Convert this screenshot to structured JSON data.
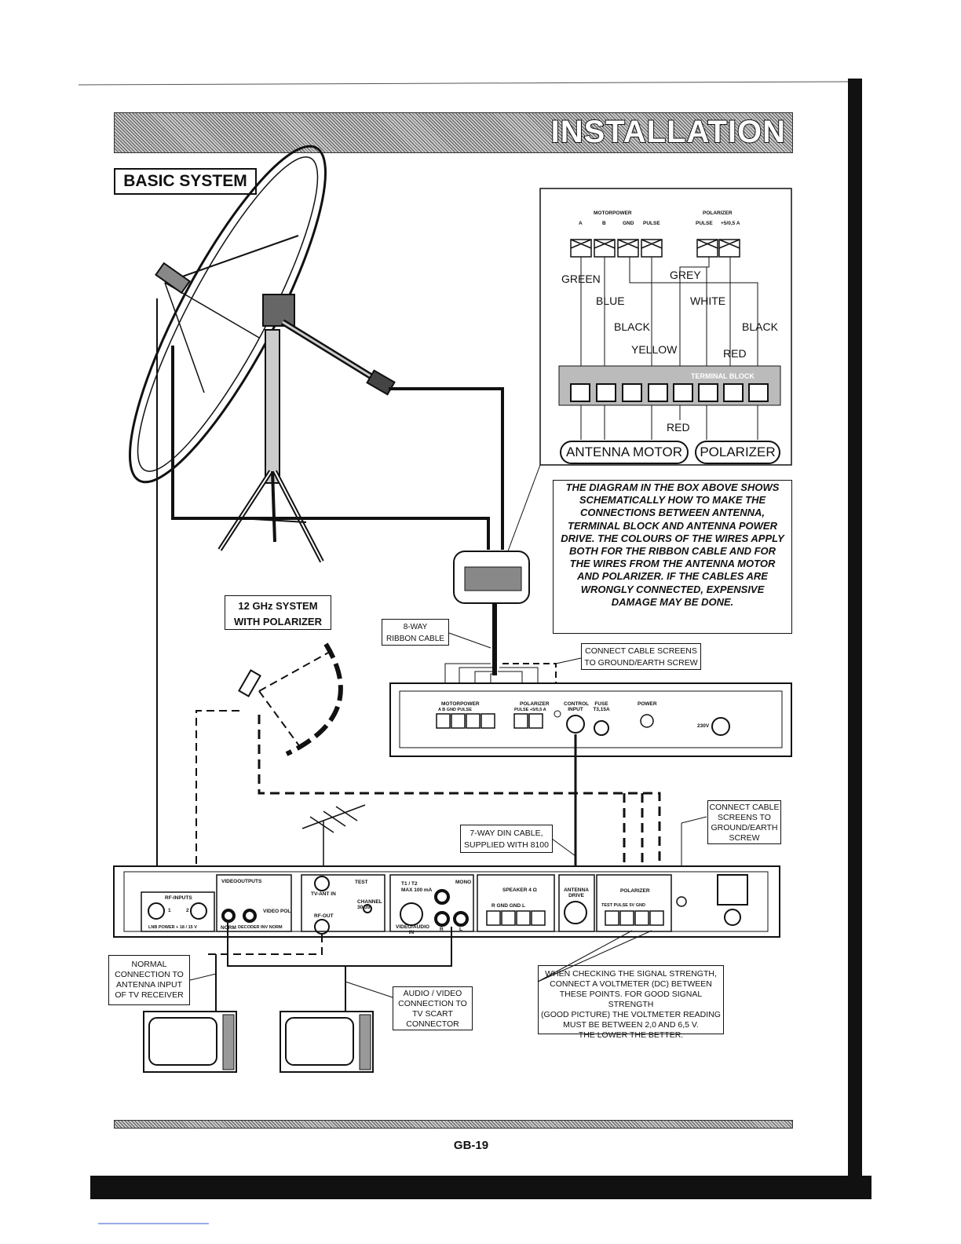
{
  "header": {
    "title": "INSTALLATION"
  },
  "basic_system": "BASIC SYSTEM",
  "ghz_system": {
    "line1": "12 GHz SYSTEM",
    "line2": "WITH POLARIZER"
  },
  "terminal_box": {
    "motorpower_label": "MOTORPOWER",
    "polarizer_label": "POLARIZER",
    "motor_pins": [
      "A",
      "B",
      "GND",
      "PULSE"
    ],
    "polarizer_pins": [
      "PULSE",
      "+5/0,5 A"
    ],
    "wires": {
      "green": "GREEN",
      "grey": "GREY",
      "blue": "BLUE",
      "white": "WHITE",
      "black1": "BLACK",
      "black2": "BLACK",
      "yellow": "YELLOW",
      "red1": "RED",
      "red2": "RED"
    },
    "terminal_block_label": "TERMINAL BLOCK",
    "antenna_motor": "ANTENNA MOTOR",
    "polarizer": "POLARIZER"
  },
  "note": "THE DIAGRAM IN THE BOX ABOVE SHOWS SCHEMATICALLY HOW TO MAKE THE CONNECTIONS BETWEEN ANTENNA, TERMINAL BLOCK AND ANTENNA POWER DRIVE. THE COLOURS OF THE WIRES APPLY BOTH FOR THE RIBBON CABLE AND FOR THE WIRES FROM THE ANTENNA MOTOR AND POLARIZER. IF THE CABLES ARE WRONGLY CONNECTED, EXPENSIVE DAMAGE MAY BE DONE.",
  "ribbon_cable": {
    "line1": "8-WAY",
    "line2": "RIBBON CABLE"
  },
  "screens_ground_1": {
    "line1": "CONNECT CABLE SCREENS",
    "line2": "TO GROUND/EARTH SCREW"
  },
  "power_drive": {
    "motorpower": "MOTORPOWER",
    "motor_pins": "A B GND PULSE",
    "polarizer": "POLARIZER",
    "polarizer_pins": "PULSE +5/0,5 A",
    "control_input": "CONTROL INPUT",
    "fuse": "FUSE T3,15A",
    "power": "POWER",
    "mains": "230V"
  },
  "screens_ground_2": {
    "line1": "CONNECT CABLE",
    "line2": "SCREENS TO",
    "line3": "GROUND/EARTH",
    "line4": "SCREW"
  },
  "din_cable": {
    "line1": "7-WAY DIN CABLE,",
    "line2": "SUPPLIED WITH 8100"
  },
  "receiver": {
    "rf_inputs": "RF-INPUTS",
    "rf_1": "1",
    "rf_2": "2",
    "lnb_power": "LNB POWER + 18 / 15 V",
    "video_outputs": "VIDEOOUTPUTS",
    "video_pol": "VIDEO POL",
    "norm": "NORM",
    "decoder": "DECODER INV  NORM",
    "tv_ant_in": "TV-ANT IN",
    "test": "TEST",
    "channel": "CHANNEL 30-39",
    "rf_out": "RF-OUT",
    "t1t2": "T1 / T2",
    "max": "MAX 100 mA",
    "mono": "MONO",
    "video_audio": "VIDEO/AUDIO IN",
    "r": "R",
    "l": "L",
    "speaker": "SPEAKER 4 Ω",
    "speaker_pins": "R  GND  GND  L",
    "antenna_drive": "ANTENNA DRIVE",
    "polarizer": "POLARIZER",
    "polarizer_pins": "TEST PULSE 5V GND"
  },
  "normal_connection": {
    "line1": "NORMAL",
    "line2": "CONNECTION TO",
    "line3": "ANTENNA INPUT",
    "line4": "OF TV RECEIVER"
  },
  "av_connection": {
    "line1": "AUDIO / VIDEO",
    "line2": "CONNECTION TO",
    "line3": "TV SCART",
    "line4": "CONNECTOR"
  },
  "signal_check": {
    "line1": "WHEN CHECKING THE SIGNAL STRENGTH,",
    "line2": "CONNECT A VOLTMETER (DC) BETWEEN",
    "line3": "THESE POINTS. FOR GOOD SIGNAL STRENGTH",
    "line4": "(GOOD PICTURE) THE VOLTMETER READING",
    "line5": "MUST BE BETWEEN 2,0 AND 6,5 V.",
    "line6": "THE LOWER THE BETTER."
  },
  "page_number": "GB-19"
}
